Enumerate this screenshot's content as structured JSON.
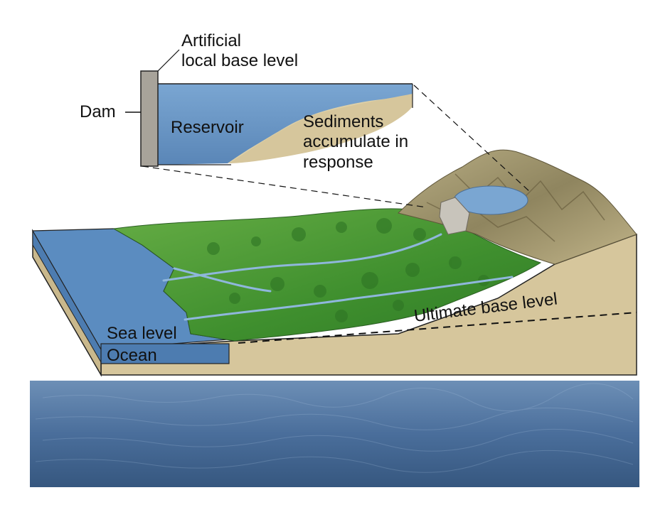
{
  "diagram": {
    "labels": {
      "artificial_base_level_line1": "Artificial",
      "artificial_base_level_line2": "local base level",
      "dam": "Dam",
      "reservoir": "Reservoir",
      "sediments_line1": "Sediments",
      "sediments_line2": "accumulate in",
      "sediments_line3": "response",
      "sea_level": "Sea level",
      "ocean": "Ocean",
      "ultimate_base_level": "Ultimate base level"
    },
    "colors": {
      "ocean": "#5b8cc0",
      "water_inset": "#6d9ccb",
      "sediment": "#d8c9a0",
      "land_green": "#4f9a3a",
      "mountain": "#a99a72",
      "dam_gray": "#a8a39a",
      "bottom_band": "#3b5f8c"
    }
  }
}
